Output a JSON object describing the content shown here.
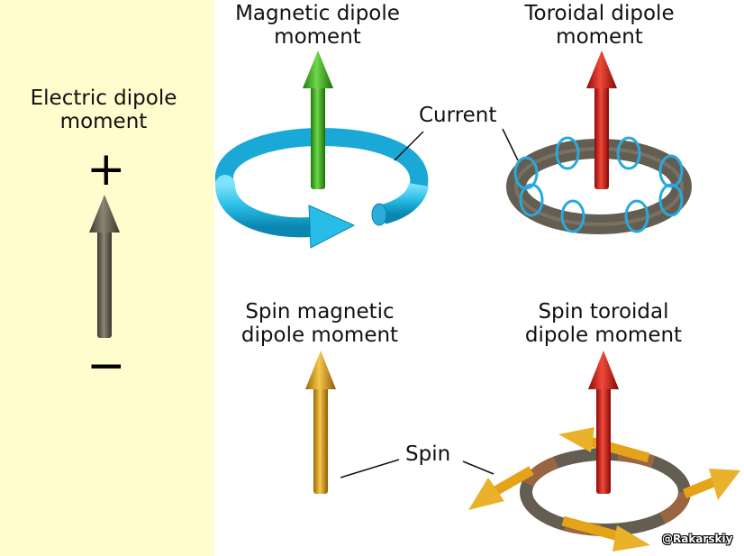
{
  "electric": {
    "title_line1": "Electric dipole",
    "title_line2": "moment",
    "plus": "+",
    "minus": "−"
  },
  "magnetic": {
    "title_line1": "Magnetic dipole",
    "title_line2": "moment"
  },
  "toroidal": {
    "title_line1": "Toroidal dipole",
    "title_line2": "moment"
  },
  "spin_magnetic": {
    "title_line1": "Spin magnetic",
    "title_line2": "dipole moment"
  },
  "spin_toroidal": {
    "title_line1": "Spin toroidal",
    "title_line2": "dipole moment"
  },
  "annotations": {
    "current": "Current",
    "spin": "Spin"
  },
  "credit": "@Rakarskiy",
  "colors": {
    "background_left": "#fffccd",
    "electric_arrow": "#5a5648",
    "magnetic_arrow": "#3fae1f",
    "current_loop": "#29c3ec",
    "toroidal_arrow": "#d31616",
    "torus": "#6a6356",
    "spin_arrow": "#e5a51a"
  },
  "icons": [
    "electric-dipole-arrow",
    "magnetic-dipole-arrow",
    "current-loop",
    "toroidal-dipole-arrow",
    "torus-ring",
    "spin-arrow"
  ]
}
